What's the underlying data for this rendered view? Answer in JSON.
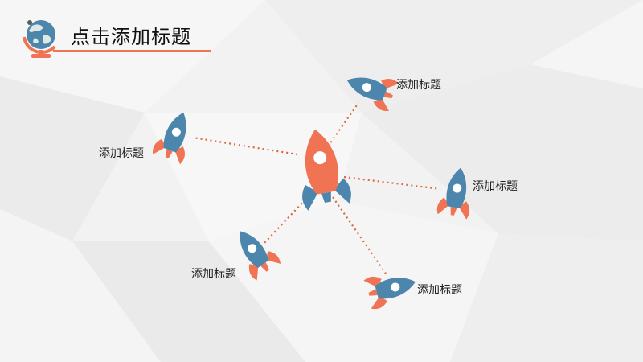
{
  "header": {
    "title": "点击添加标题",
    "logo_icon": "globe-icon"
  },
  "diagram": {
    "center_icon": "rocket-icon",
    "nodes": [
      {
        "label": "添加标题",
        "icon": "rocket-icon"
      },
      {
        "label": "添加标题",
        "icon": "rocket-icon"
      },
      {
        "label": "添加标题",
        "icon": "rocket-icon"
      },
      {
        "label": "添加标题",
        "icon": "rocket-icon"
      },
      {
        "label": "添加标题",
        "icon": "rocket-icon"
      }
    ]
  },
  "colors": {
    "orange": "#f07454",
    "blue": "#4d86ad",
    "connector": "#d86a3e",
    "globe_ocean": "#4d86ad",
    "globe_land": "#dfe8e4"
  }
}
